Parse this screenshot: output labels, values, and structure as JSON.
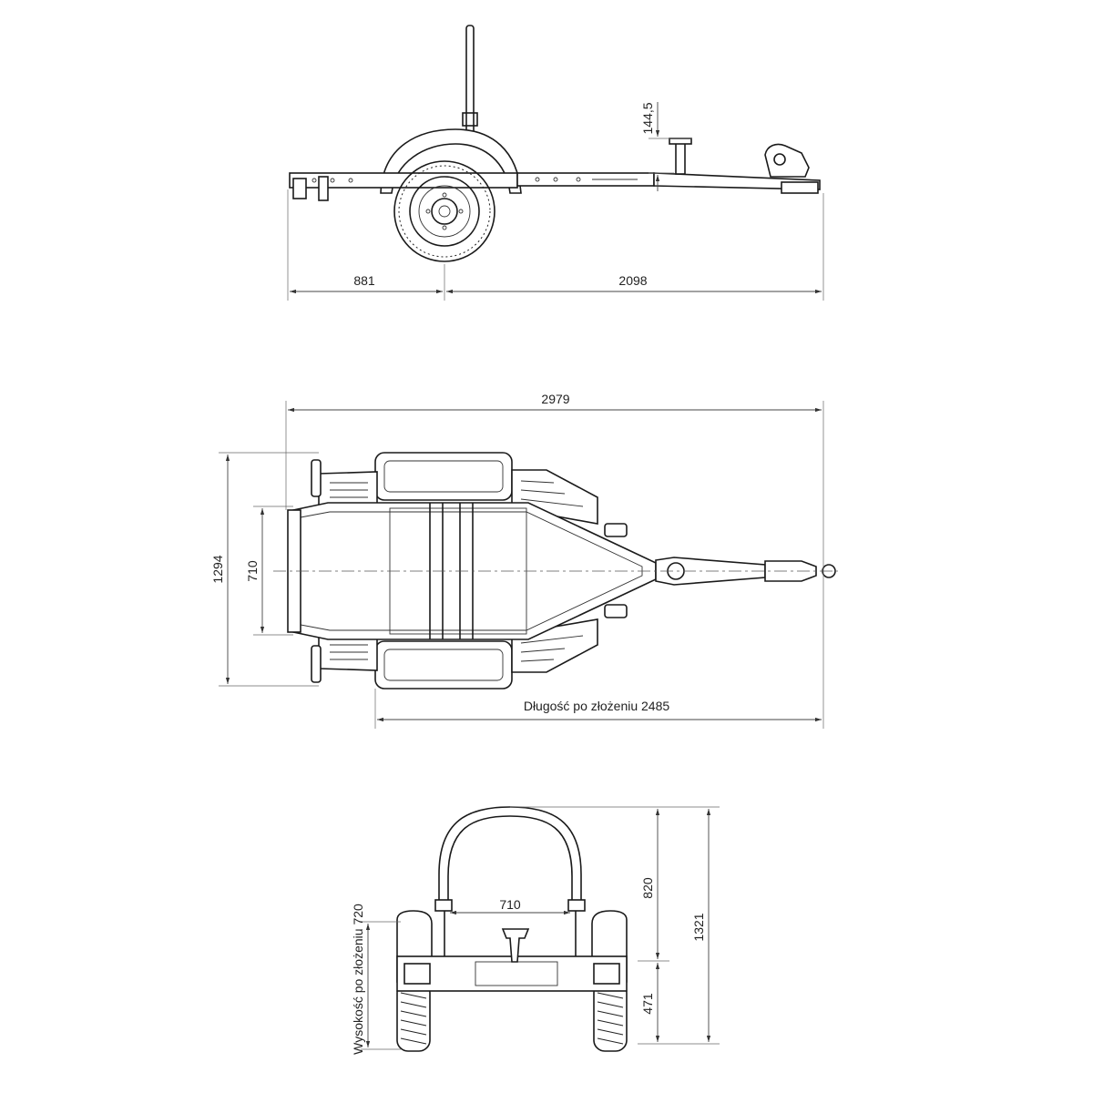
{
  "side_view": {
    "dim_hitch_height": "144,5",
    "dim_rear_overhang": "881",
    "dim_axle_to_hitch": "2098"
  },
  "top_view": {
    "dim_total_length": "2979",
    "dim_total_width": "1294",
    "dim_frame_width": "710",
    "dim_folded_length": "Długość po złożeniu 2485"
  },
  "rear_view": {
    "dim_track_inner": "710",
    "dim_upper_height": "820",
    "dim_total_height": "1321",
    "dim_lower_height": "471",
    "dim_folded_height": "Wysokość po złożeniu 720"
  }
}
